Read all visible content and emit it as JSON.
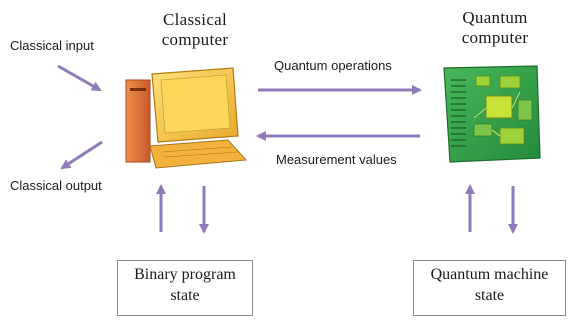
{
  "left_node": {
    "title_line1": "Classical",
    "title_line2": "computer",
    "icon": "classical-computer-icon"
  },
  "right_node": {
    "title_line1": "Quantum",
    "title_line2": "computer",
    "icon": "quantum-circuit-board-icon"
  },
  "io": {
    "input_label": "Classical input",
    "output_label": "Classical output"
  },
  "links": {
    "forward_label": "Quantum operations",
    "backward_label": "Measurement values"
  },
  "states": {
    "left_line1": "Binary program",
    "left_line2": "state",
    "right_line1": "Quantum machine",
    "right_line2": "state"
  },
  "colors": {
    "arrow": "#8e7bb8",
    "monitor": "#f5c84a",
    "tower": "#e2773a",
    "board": "#2fa046",
    "chip": "#b8d93a"
  }
}
